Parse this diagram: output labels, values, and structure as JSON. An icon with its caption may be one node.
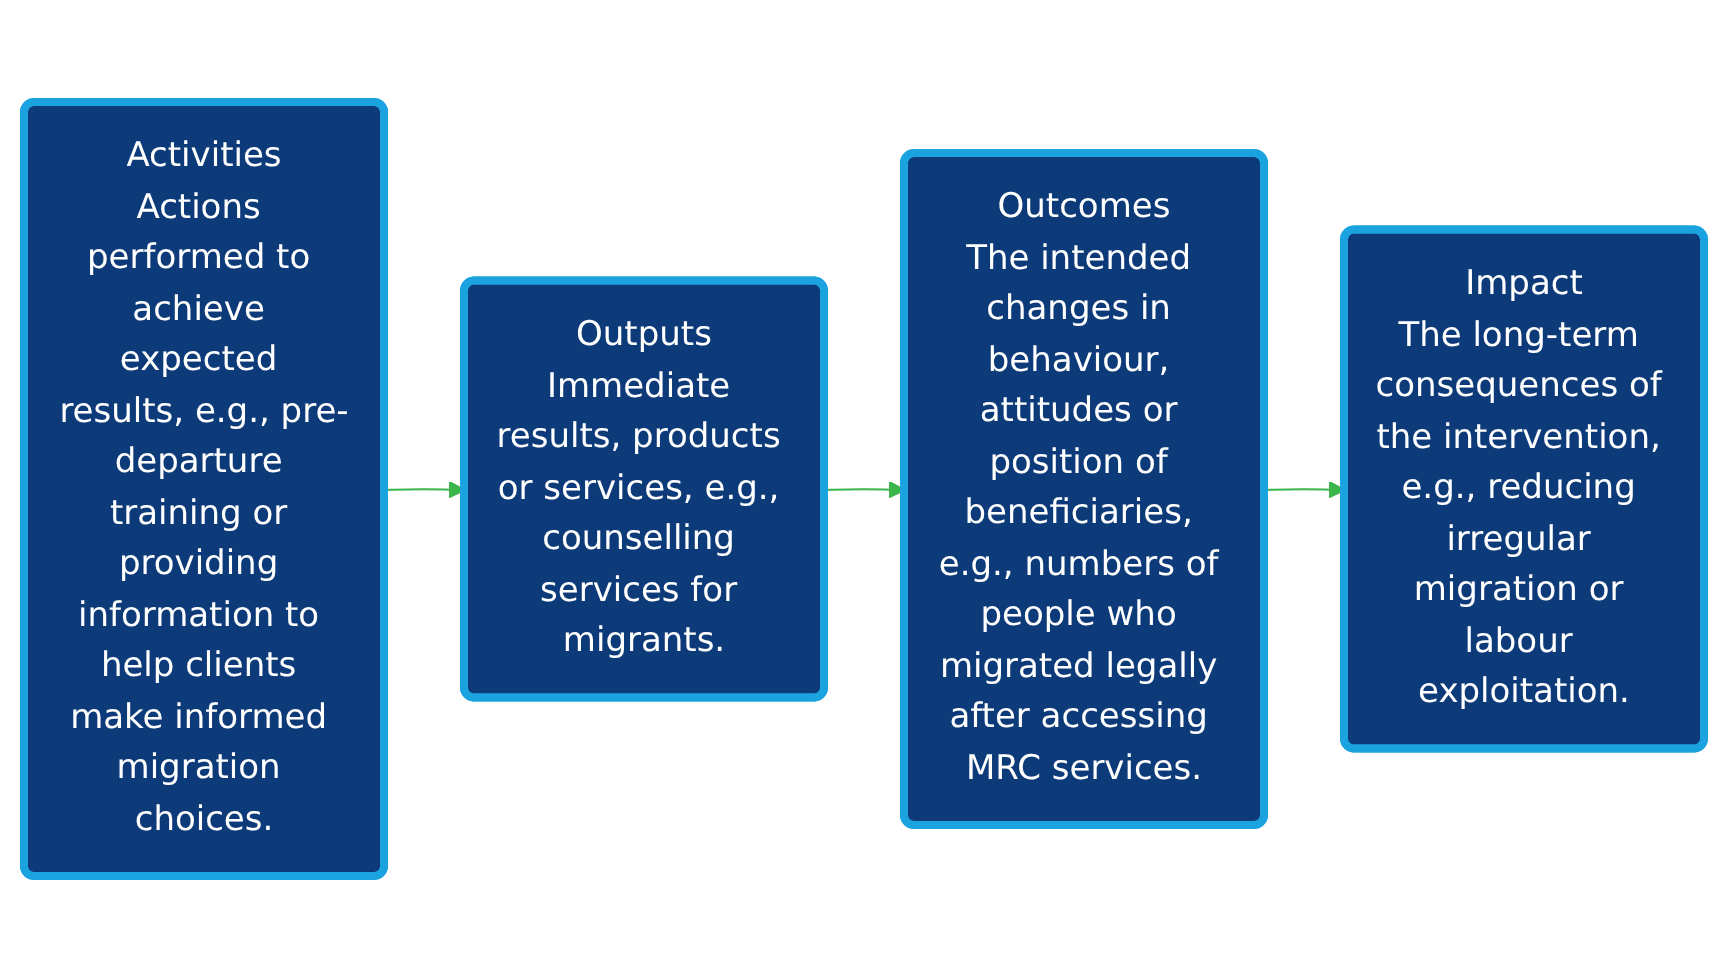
{
  "diagram": {
    "nodes": [
      {
        "text": [
          "Activities",
          "Actions performed to achieve expected results, e.g., pre-departure training or providing information to help clients make informed migration choices."
        ]
      },
      {
        "text": [
          "Outputs",
          "Immediate results, products or services, e.g., counselling services for migrants."
        ]
      },
      {
        "text": [
          "Outcomes",
          "The intended changes in behaviour, attitudes or position of beneficiaries, e.g., numbers of people who migrated legally after accessing MRC services."
        ]
      },
      {
        "text": [
          "Impact",
          "The long-term consequences of the intervention, e.g., reducing irregular migration or labour exploitation."
        ]
      }
    ],
    "edges": [
      {
        "from": 0,
        "to": 1,
        "arrow": "to",
        "color": "#3cb54a"
      },
      {
        "from": 1,
        "to": 2,
        "arrow": "to",
        "color": "#3cb54a"
      },
      {
        "from": 2,
        "to": 3,
        "arrow": "to",
        "color": "#3cb54a"
      }
    ]
  }
}
